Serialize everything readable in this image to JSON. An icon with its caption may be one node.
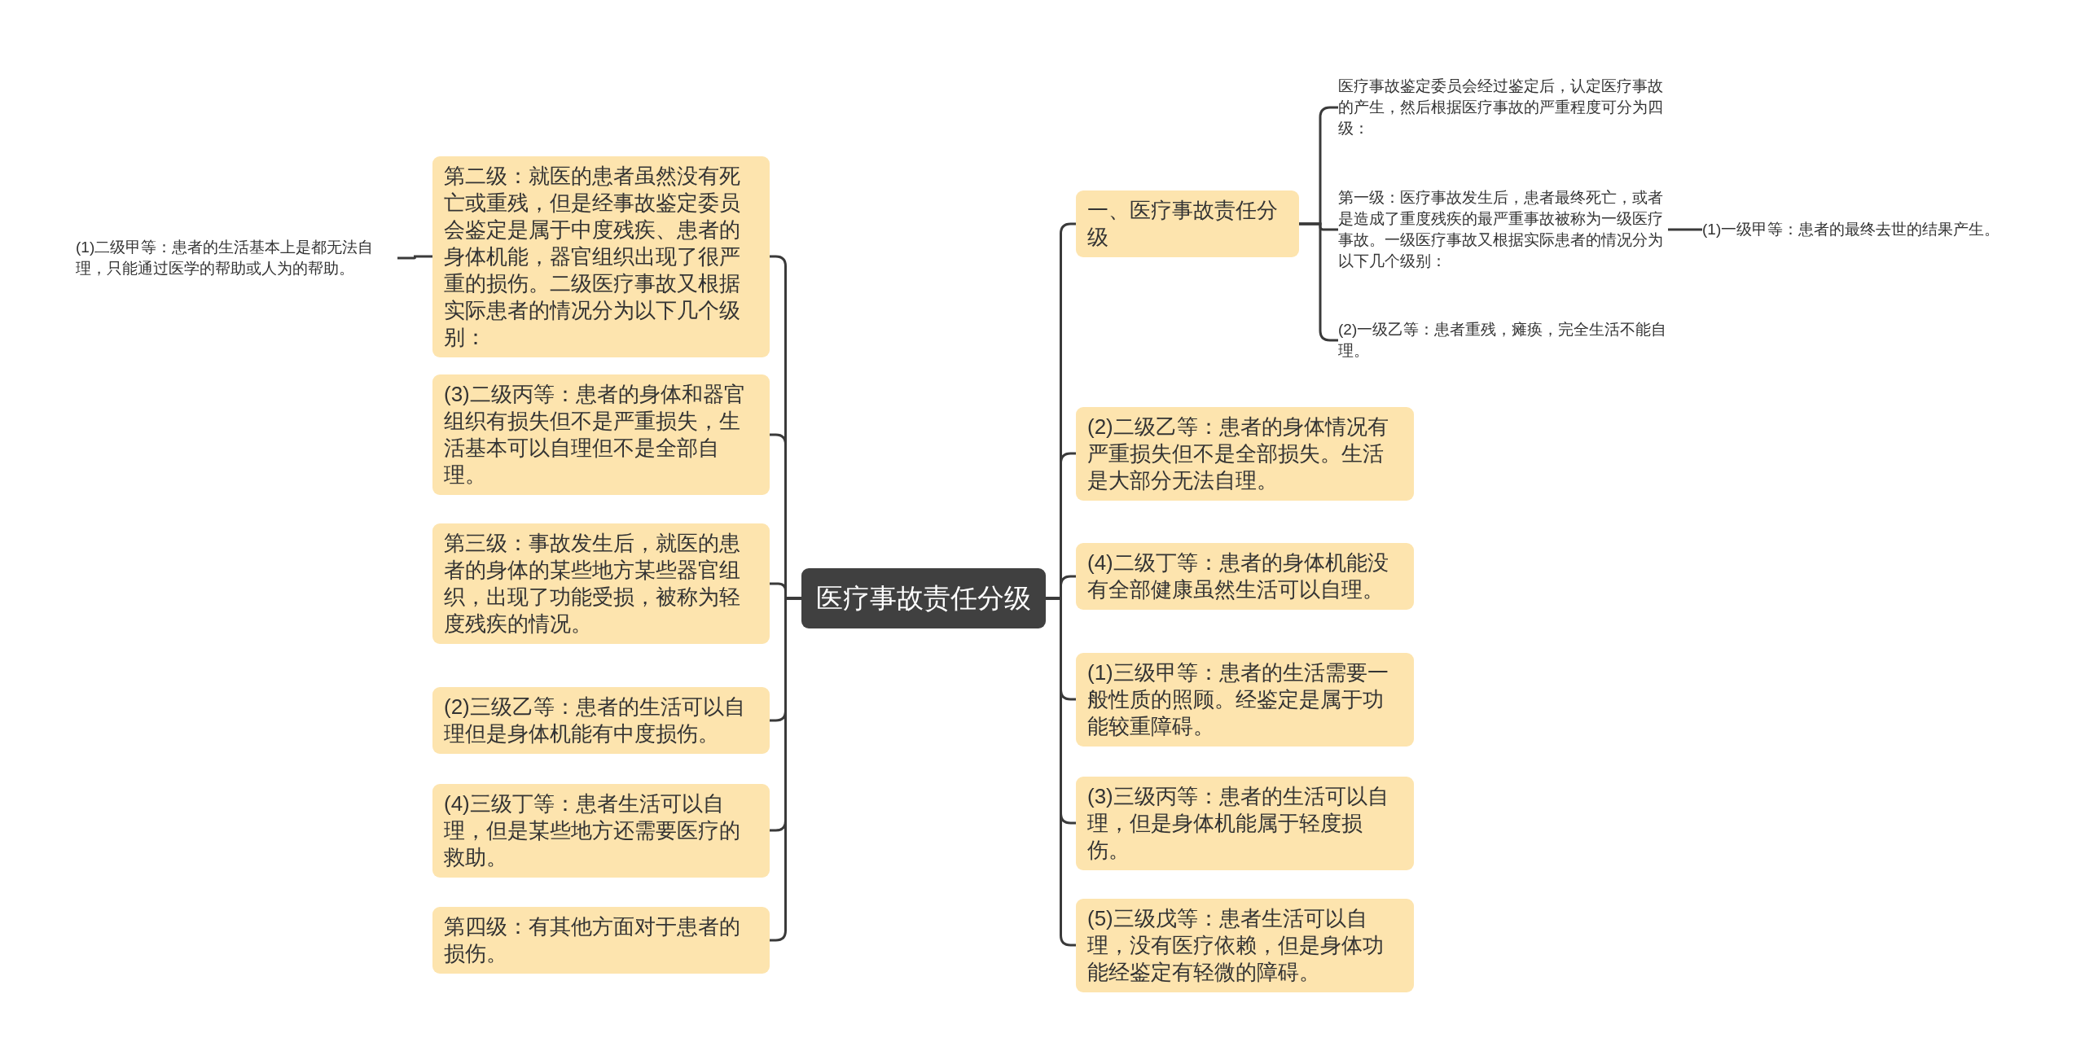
{
  "diagram": {
    "nodes": [
      {
        "text": [
          "医疗事故责任分级"
        ]
      },
      {
        "text": [
          "第二级：就医的患者虽然没有死亡或重残，但是经事故鉴定委员会鉴定是属于中度残疾、患者的身体机能，器官组织出现了很严重的损伤。二级医疗事故又根据实际患者的情况分为以下几个级别："
        ]
      },
      {
        "text": [
          "(1)二级甲等：患者的生活基本上是都无法自理，只能通过医学的帮助或人为的帮助。"
        ]
      },
      {
        "text": [
          "(3)二级丙等：患者的身体和器官组织有损失但不是严重损失，生活基本可以自理但不是全部自理。"
        ]
      },
      {
        "text": [
          "第三级：事故发生后，就医的患者的身体的某些地方某些器官组织，出现了功能受损，被称为轻度残疾的情况。"
        ]
      },
      {
        "text": [
          "(2)三级乙等：患者的生活可以自理但是身体机能有中度损伤。"
        ]
      },
      {
        "text": [
          "(4)三级丁等：患者生活可以自理，但是某些地方还需要医疗的救助。"
        ]
      },
      {
        "text": [
          "第四级：有其他方面对于患者的损伤。"
        ]
      },
      {
        "text": [
          "一、医疗事故责任分级"
        ]
      },
      {
        "text": [
          "医疗事故鉴定委员会经过鉴定后，认定医疗事故的产生，然后根据医疗事故的严重程度可分为四级："
        ]
      },
      {
        "text": [
          "第一级：医疗事故发生后，患者最终死亡，或者是造成了重度残疾的最严重事故被称为一级医疗事故。一级医疗事故又根据实际患者的情况分为以下几个级别："
        ]
      },
      {
        "text": [
          "(1)一级甲等：患者的最终去世的结果产生。"
        ]
      },
      {
        "text": [
          "(2)一级乙等：患者重残，瘫痪，完全生活不能自理。"
        ]
      },
      {
        "text": [
          "(2)二级乙等：患者的身体情况有严重损失但不是全部损失。生活是大部分无法自理。"
        ]
      },
      {
        "text": [
          "(4)二级丁等：患者的身体机能没有全部健康虽然生活可以自理。"
        ]
      },
      {
        "text": [
          "(1)三级甲等：患者的生活需要一般性质的照顾。经鉴定是属于功能较重障碍。"
        ]
      },
      {
        "text": [
          "(3)三级丙等：患者的生活可以自理，但是身体机能属于轻度损伤。"
        ]
      },
      {
        "text": [
          "(5)三级戊等：患者生活可以自理，没有医疗依赖，但是身体功能经鉴定有轻微的障碍。"
        ]
      }
    ],
    "edges": [
      {
        "from": 0,
        "to": 1,
        "arrow": "none"
      },
      {
        "from": 1,
        "to": 2,
        "arrow": "none"
      },
      {
        "from": 0,
        "to": 3,
        "arrow": "none"
      },
      {
        "from": 0,
        "to": 4,
        "arrow": "none"
      },
      {
        "from": 0,
        "to": 5,
        "arrow": "none"
      },
      {
        "from": 0,
        "to": 6,
        "arrow": "none"
      },
      {
        "from": 0,
        "to": 7,
        "arrow": "none"
      },
      {
        "from": 0,
        "to": 8,
        "arrow": "none"
      },
      {
        "from": 8,
        "to": 9,
        "arrow": "none"
      },
      {
        "from": 8,
        "to": 10,
        "arrow": "none"
      },
      {
        "from": 10,
        "to": 11,
        "arrow": "none"
      },
      {
        "from": 8,
        "to": 12,
        "arrow": "none"
      },
      {
        "from": 0,
        "to": 13,
        "arrow": "none"
      },
      {
        "from": 0,
        "to": 14,
        "arrow": "none"
      },
      {
        "from": 0,
        "to": 15,
        "arrow": "none"
      },
      {
        "from": 0,
        "to": 16,
        "arrow": "none"
      },
      {
        "from": 0,
        "to": 17,
        "arrow": "none"
      }
    ]
  }
}
